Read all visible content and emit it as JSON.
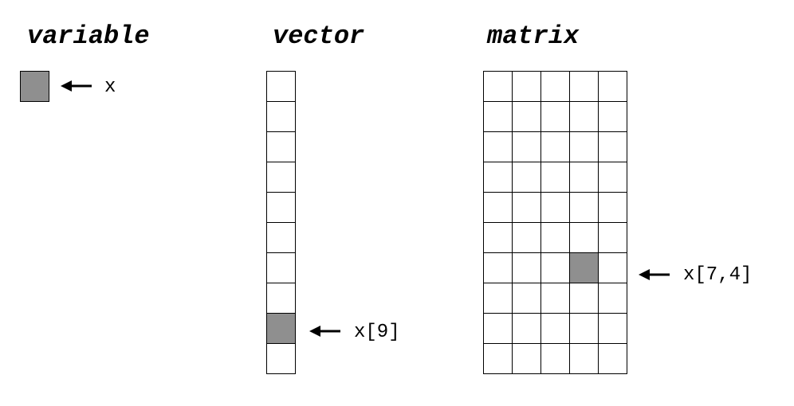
{
  "variable": {
    "title": "variable",
    "label": "x",
    "highlight_color": "#8f8f8f"
  },
  "vector": {
    "title": "vector",
    "rows": 10,
    "cols": 1,
    "highlight_row": 9,
    "label": "x[9]"
  },
  "matrix": {
    "title": "matrix",
    "rows": 10,
    "cols": 5,
    "highlight_row": 7,
    "highlight_col": 4,
    "label": "x[7,4]"
  },
  "colors": {
    "highlight": "#8f8f8f",
    "cell": "#ffffff",
    "line": "#000000"
  }
}
